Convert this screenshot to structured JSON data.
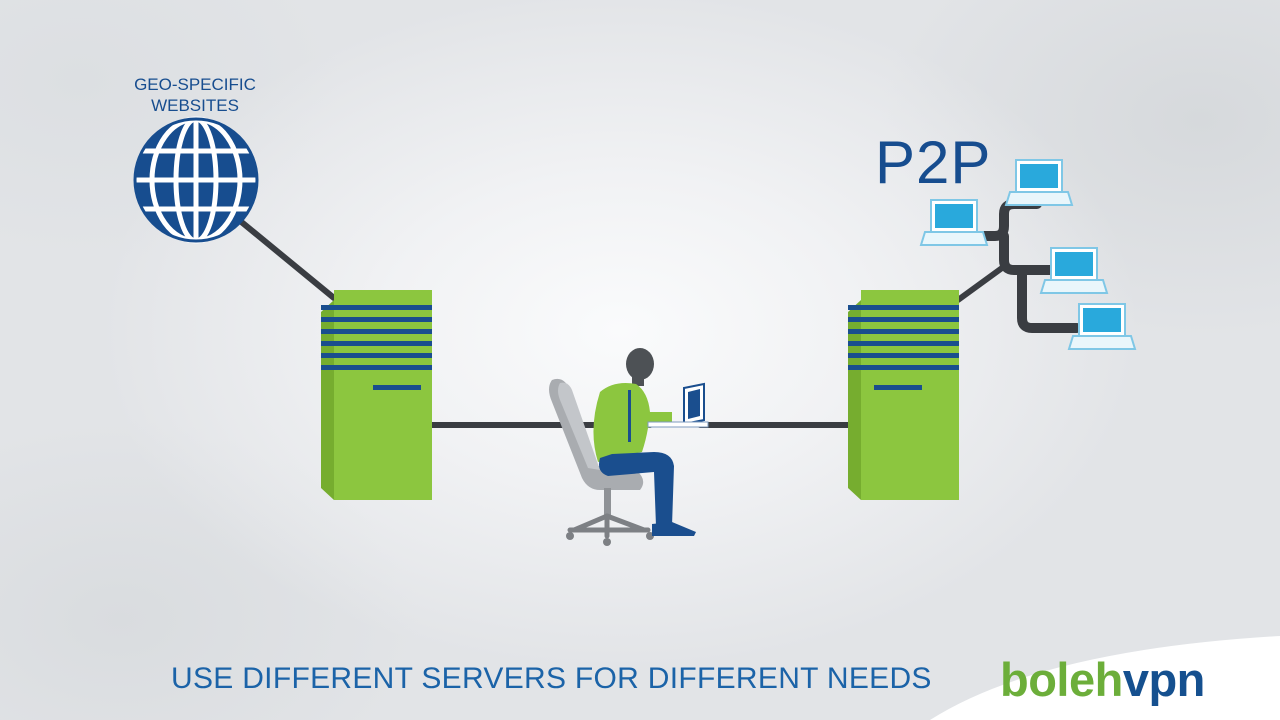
{
  "labels": {
    "geo_line1": "GEO-SPECIFIC",
    "geo_line2": "WEBSITES",
    "p2p": "P2P"
  },
  "caption": "USE DIFFERENT SERVERS FOR DIFFERENT NEEDS",
  "logo": {
    "part1": "boleh",
    "part2": "vpn"
  },
  "icons": [
    "globe-icon",
    "server-icon",
    "laptop-icon",
    "person-at-laptop-icon",
    "office-chair-icon"
  ],
  "colors": {
    "brand_blue": "#15508f",
    "server_green": "#8cc63f",
    "cable": "#3a3d42",
    "laptop_screen": "#29a9dc",
    "logo_green": "#6cae3a"
  }
}
